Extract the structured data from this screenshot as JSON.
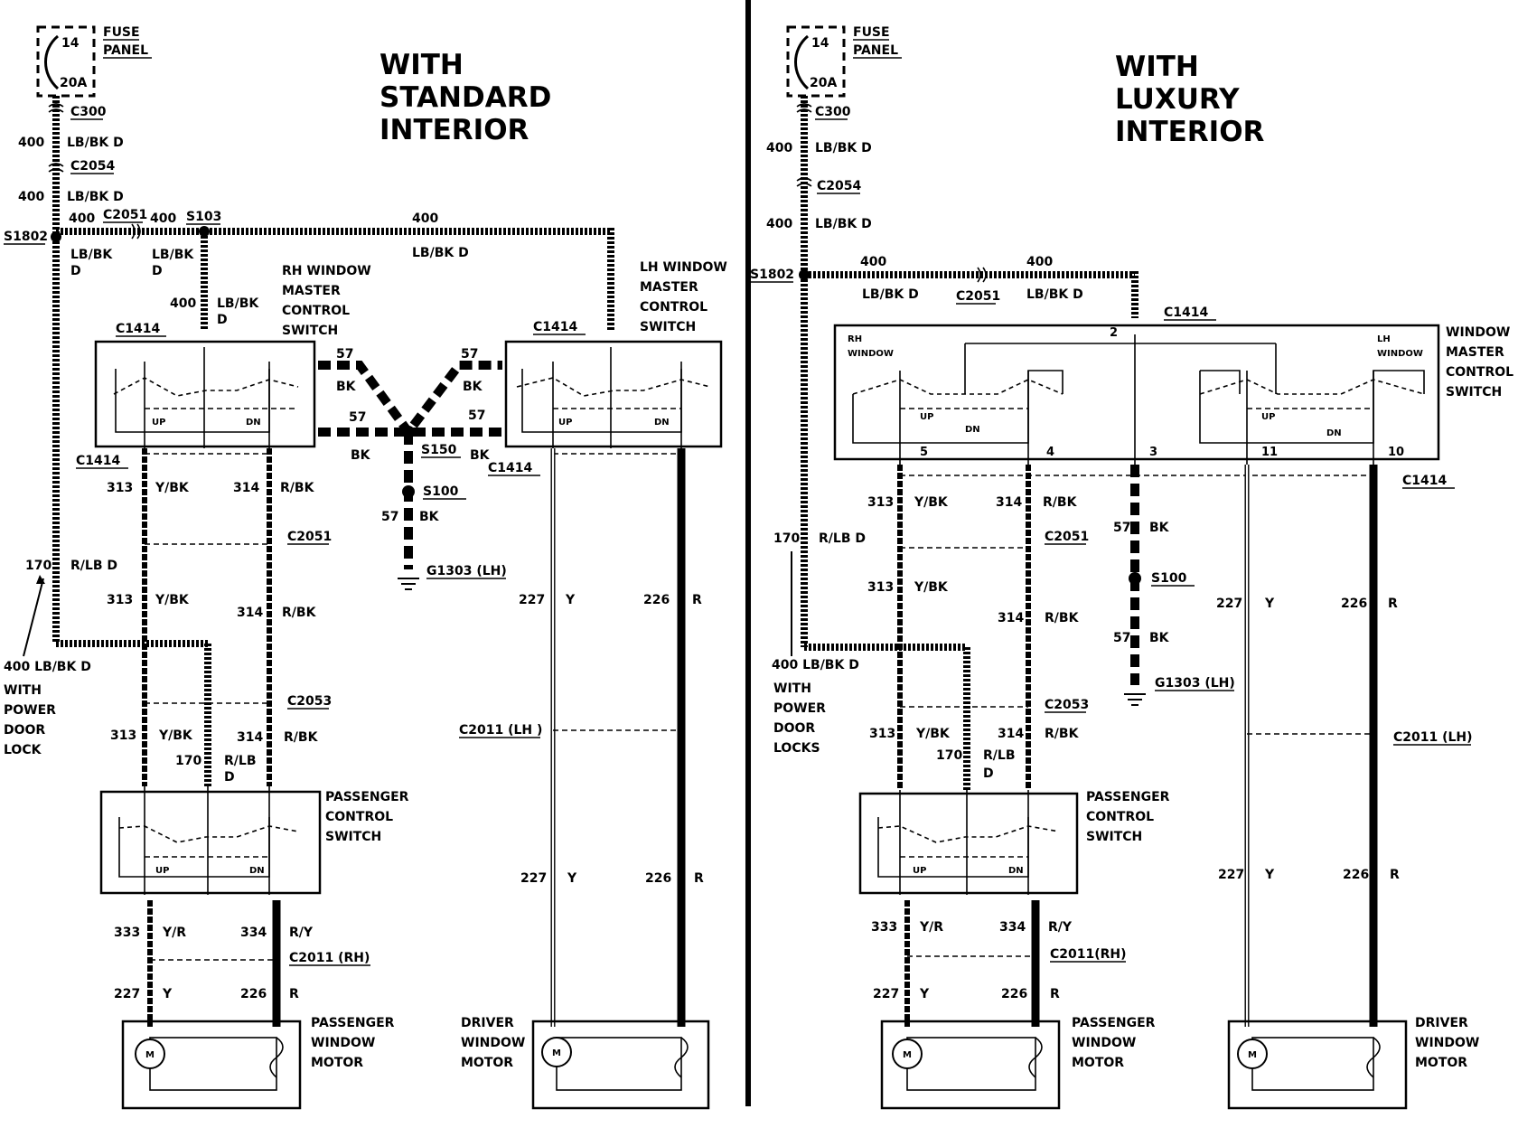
{
  "left_panel": {
    "title": [
      "WITH",
      "STANDARD",
      "INTERIOR"
    ],
    "fuse": {
      "number": "14",
      "rating": "20A",
      "label": [
        "FUSE",
        "PANEL"
      ]
    },
    "connectors": {
      "c300": "C300",
      "c2054": "C2054",
      "c2051_top": "C2051",
      "s1802": "S1802",
      "s103": "S103",
      "c1414_rh": "C1414",
      "c1414_lh": "C1414",
      "c1414_bottom": "C1414",
      "c1414_lh_bottom": "C1414",
      "c2051_mid": "C2051",
      "c2053": "C2053",
      "c2011_rh": "C2011 (RH)",
      "c2011_lh": "C2011 (LH )",
      "s150": "S150",
      "s100": "S100",
      "g1303": "G1303 (LH)"
    },
    "circuits": {
      "c400": "400",
      "lbbk_d": "LB/BK D",
      "lbbk": "LB/BK",
      "d": "D",
      "c313": "313",
      "ybk": "Y/BK",
      "c314": "314",
      "rbk": "R/BK",
      "c170": "170",
      "rlbd": "R/LB D",
      "rlb": "R/LB",
      "c57": "57",
      "bk": "BK",
      "c333": "333",
      "yr": "Y/R",
      "c334": "334",
      "ry": "R/Y",
      "c227": "227",
      "y": "Y",
      "c226": "226",
      "r": "R"
    },
    "components": {
      "rh_master": [
        "RH WINDOW",
        "MASTER",
        "CONTROL",
        "SWITCH"
      ],
      "lh_master": [
        "LH WINDOW",
        "MASTER",
        "CONTROL",
        "SWITCH"
      ],
      "passenger_switch": [
        "PASSENGER",
        "CONTROL",
        "SWITCH"
      ],
      "passenger_motor": [
        "PASSENGER",
        "WINDOW",
        "MOTOR"
      ],
      "driver_motor": [
        "DRIVER",
        "WINDOW",
        "MOTOR"
      ],
      "up": "UP",
      "dn": "DN",
      "m": "M"
    },
    "note": [
      "400  LB/BK D",
      "WITH",
      "POWER",
      "DOOR",
      "LOCK"
    ]
  },
  "right_panel": {
    "title": [
      "WITH",
      "LUXURY",
      "INTERIOR"
    ],
    "fuse": {
      "number": "14",
      "rating": "20A",
      "label": [
        "FUSE",
        "PANEL"
      ]
    },
    "connectors": {
      "c300": "C300",
      "c2054": "C2054",
      "s1802": "S1802",
      "c2051_top": "C2051",
      "c1414_top": "C1414",
      "c1414_bottom": "C1414",
      "c2051_mid": "C2051",
      "c2053": "C2053",
      "c2011_rh": "C2011(RH)",
      "c2011_lh": "C2011 (LH)",
      "s100": "S100",
      "g1303": "G1303 (LH)"
    },
    "pins": {
      "p2": "2",
      "p5": "5",
      "p4": "4",
      "p3": "3",
      "p11": "11",
      "p10": "10"
    },
    "circuits": {
      "c400": "400",
      "lbbk_d": "LB/BK D",
      "c313": "313",
      "ybk": "Y/BK",
      "c314": "314",
      "rbk": "R/BK",
      "c170": "170",
      "rlbd": "R/LB D",
      "rlb": "R/LB",
      "d": "D",
      "c57": "57",
      "bk": "BK",
      "c333": "333",
      "yr": "Y/R",
      "c334": "334",
      "ry": "R/Y",
      "c227": "227",
      "y": "Y",
      "c226": "226",
      "r": "R"
    },
    "components": {
      "master": [
        "WINDOW",
        "MASTER",
        "CONTROL",
        "SWITCH"
      ],
      "rh_window": [
        "RH",
        "WINDOW"
      ],
      "lh_window": [
        "LH",
        "WINDOW"
      ],
      "passenger_switch": [
        "PASSENGER",
        "CONTROL",
        "SWITCH"
      ],
      "passenger_motor": [
        "PASSENGER",
        "WINDOW",
        "MOTOR"
      ],
      "driver_motor": [
        "DRIVER",
        "WINDOW",
        "MOTOR"
      ],
      "up": "UP",
      "dn": "DN",
      "m": "M"
    },
    "note": [
      "400  LB/BK D",
      "WITH",
      "POWER",
      "DOOR",
      "LOCKS"
    ]
  }
}
